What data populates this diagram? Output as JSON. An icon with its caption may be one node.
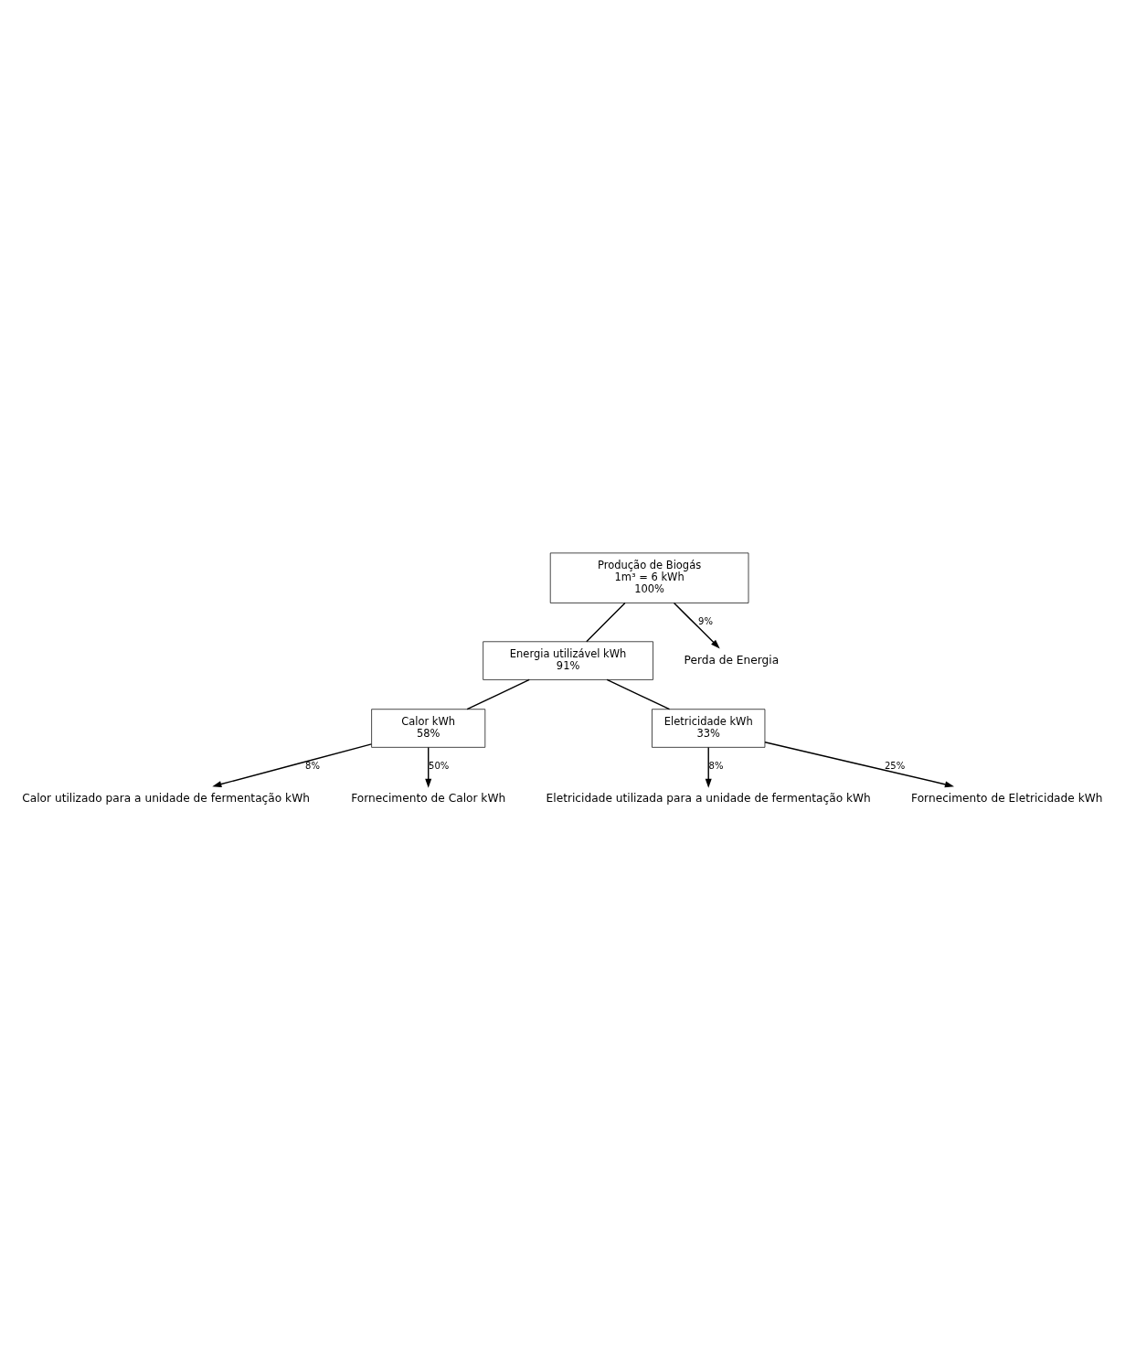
{
  "diagram": {
    "nodes": [
      {
        "text": [
          "Produção de Biogás",
          "1m³ = 6 kWh",
          "100%"
        ]
      },
      {
        "text": [
          "Energia utilizável kWh",
          "91%"
        ]
      },
      {
        "text": [
          "Calor kWh",
          "58%"
        ]
      },
      {
        "text": [
          "Eletricidade kWh",
          "33%"
        ]
      },
      {
        "text": [
          "Perda de Energia"
        ]
      },
      {
        "text": [
          "Calor utilizado para a unidade de fermentação kWh"
        ]
      },
      {
        "text": [
          "Fornecimento de Calor kWh"
        ]
      },
      {
        "text": [
          "Eletricidade utilizada para a unidade de fermentação kWh"
        ]
      },
      {
        "text": [
          "Fornecimento de Eletricidade kWh"
        ]
      }
    ],
    "edges": [
      {
        "from": 0,
        "to": 1,
        "arrow": "none"
      },
      {
        "from": 0,
        "to": 4,
        "arrow": "to",
        "label": "9%"
      },
      {
        "from": 1,
        "to": 2,
        "arrow": "none"
      },
      {
        "from": 1,
        "to": 3,
        "arrow": "none"
      },
      {
        "from": 2,
        "to": 5,
        "arrow": "to",
        "label": "8%"
      },
      {
        "from": 2,
        "to": 6,
        "arrow": "to",
        "label": "50%"
      },
      {
        "from": 3,
        "to": 7,
        "arrow": "to",
        "label": "8%"
      },
      {
        "from": 3,
        "to": 8,
        "arrow": "to",
        "label": "25%"
      }
    ]
  }
}
